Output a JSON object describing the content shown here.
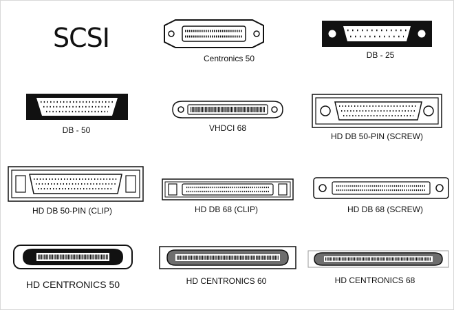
{
  "title": "SCSI",
  "connectors": [
    {
      "id": "centronics-50",
      "label": "Centronics 50"
    },
    {
      "id": "db-25",
      "label": "DB - 25"
    },
    {
      "id": "db-50",
      "label": "DB - 50"
    },
    {
      "id": "vhdci-68",
      "label": "VHDCI 68"
    },
    {
      "id": "hd-db-50-screw",
      "label": "HD DB 50-PIN (SCREW)"
    },
    {
      "id": "hd-db-50-clip",
      "label": "HD DB 50-PIN (CLIP)"
    },
    {
      "id": "hd-db-68-clip",
      "label": "HD DB 68 (CLIP)"
    },
    {
      "id": "hd-db-68-screw",
      "label": "HD DB 68 (SCREW)"
    },
    {
      "id": "hd-centronics-50",
      "label": "HD CENTRONICS 50"
    },
    {
      "id": "hd-centronics-60",
      "label": "HD CENTRONICS 60"
    },
    {
      "id": "hd-centronics-68",
      "label": "HD CENTRONICS 68"
    }
  ]
}
